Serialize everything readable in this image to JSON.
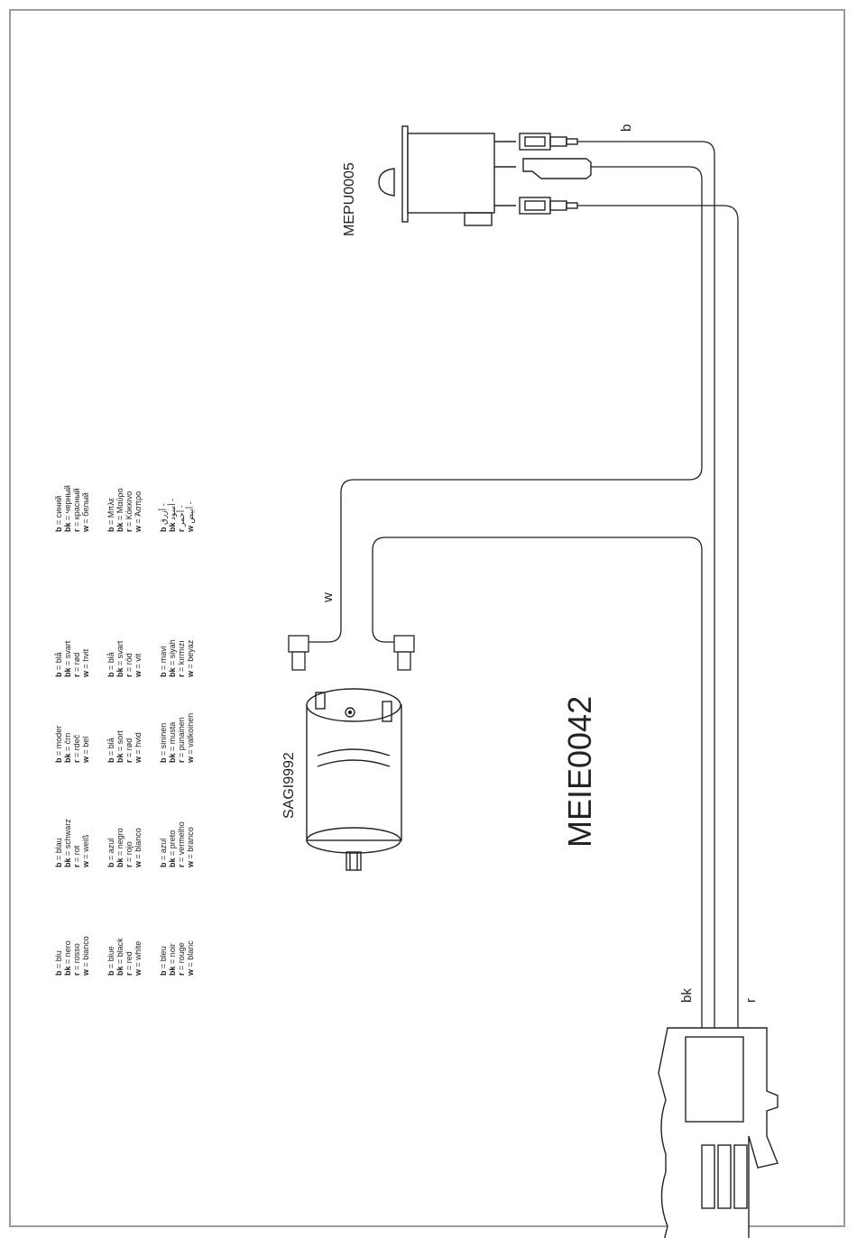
{
  "diagram": {
    "model": "MEIE0042",
    "switch_part": "MEPU0005",
    "motor_part": "SAGI9992",
    "wire_labels": {
      "blue": "b",
      "black": "bk",
      "red": "r",
      "white": "w"
    }
  },
  "legend": [
    [
      {
        "k": "b",
        "v": "= blu"
      },
      {
        "k": "bk",
        "v": "= nero"
      },
      {
        "k": "r",
        "v": "= rosso"
      },
      {
        "k": "w",
        "v": "= bianco"
      }
    ],
    [
      {
        "k": "b",
        "v": "= blue"
      },
      {
        "k": "bk",
        "v": "= black"
      },
      {
        "k": "r",
        "v": "= red"
      },
      {
        "k": "w",
        "v": "= white"
      }
    ],
    [
      {
        "k": "b",
        "v": "= bleu"
      },
      {
        "k": "bk",
        "v": "= noir"
      },
      {
        "k": "r",
        "v": "= rouge"
      },
      {
        "k": "w",
        "v": "= blanc"
      }
    ],
    [
      {
        "k": "b",
        "v": "= blau"
      },
      {
        "k": "bk",
        "v": "= schwarz"
      },
      {
        "k": "r",
        "v": "= rot"
      },
      {
        "k": "w",
        "v": "= weiß"
      }
    ],
    [
      {
        "k": "b",
        "v": "= azul"
      },
      {
        "k": "bk",
        "v": "= negro"
      },
      {
        "k": "r",
        "v": "= rojo"
      },
      {
        "k": "w",
        "v": "= blanco"
      }
    ],
    [
      {
        "k": "b",
        "v": "= azul"
      },
      {
        "k": "bk",
        "v": "= preto"
      },
      {
        "k": "r",
        "v": "= vermelho"
      },
      {
        "k": "w",
        "v": "= branco"
      }
    ],
    [
      {
        "k": "b",
        "v": "= moder"
      },
      {
        "k": "bk",
        "v": "= črn"
      },
      {
        "k": "r",
        "v": "= rdeč"
      },
      {
        "k": "w",
        "v": "= bel"
      }
    ],
    [
      {
        "k": "b",
        "v": "= blå"
      },
      {
        "k": "bk",
        "v": "= sort"
      },
      {
        "k": "r",
        "v": "= rød"
      },
      {
        "k": "w",
        "v": "= hvid"
      }
    ],
    [
      {
        "k": "b",
        "v": "= sininen"
      },
      {
        "k": "bk",
        "v": "= musta"
      },
      {
        "k": "r",
        "v": "= punainen"
      },
      {
        "k": "w",
        "v": "= valkoinen"
      }
    ],
    [
      {
        "k": "b",
        "v": "= blå"
      },
      {
        "k": "bk",
        "v": "= svart"
      },
      {
        "k": "r",
        "v": "= rød"
      },
      {
        "k": "w",
        "v": "= hvit"
      }
    ],
    [
      {
        "k": "b",
        "v": "= blå"
      },
      {
        "k": "bk",
        "v": "= svart"
      },
      {
        "k": "r",
        "v": "= röd"
      },
      {
        "k": "w",
        "v": "= vit"
      }
    ],
    [
      {
        "k": "b",
        "v": "= mavi"
      },
      {
        "k": "bk",
        "v": "= siyah"
      },
      {
        "k": "r",
        "v": "= kırmızı"
      },
      {
        "k": "w",
        "v": "= beyaz"
      }
    ],
    [
      {
        "k": "b",
        "v": "= синий"
      },
      {
        "k": "bk",
        "v": "= черный"
      },
      {
        "k": "r",
        "v": "= красный"
      },
      {
        "k": "w",
        "v": "= белый"
      }
    ],
    [
      {
        "k": "b",
        "v": "= Μπλε"
      },
      {
        "k": "bk",
        "v": "= Μαύρο"
      },
      {
        "k": "r",
        "v": "= Κόκκινο"
      },
      {
        "k": "w",
        "v": "= Άσπρο"
      }
    ],
    [
      {
        "k": "b",
        "v": "أزرق -"
      },
      {
        "k": "bk",
        "v": "أسود -"
      },
      {
        "k": "r",
        "v": "أحمر -"
      },
      {
        "k": "w",
        "v": "أبيض -"
      }
    ]
  ],
  "colors": {
    "line": "#222222",
    "frame": "#9b9b9b"
  }
}
